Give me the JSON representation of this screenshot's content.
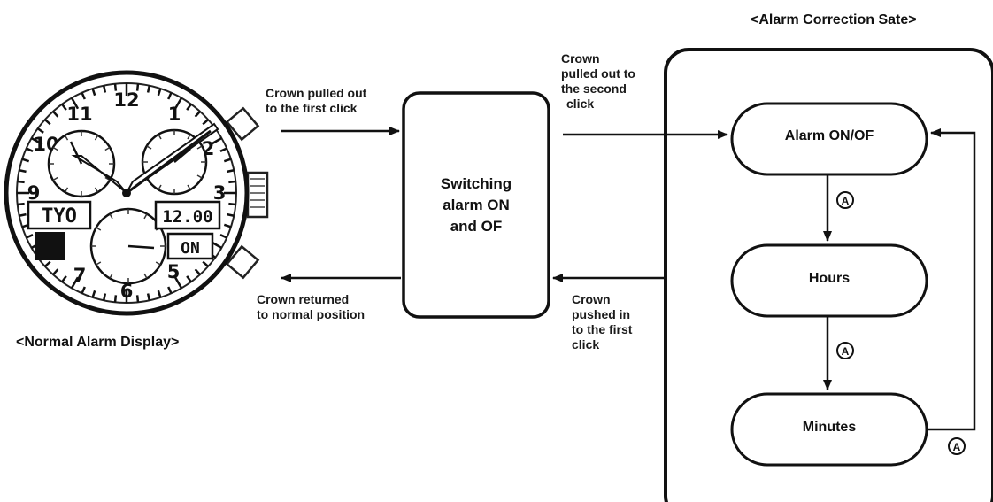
{
  "titles": {
    "alarm_correction_state": "<Alarm Correction Sate>",
    "normal_alarm_display": "<Normal Alarm Display>"
  },
  "labels": {
    "crown_pulled_first_click": [
      "Crown pulled out",
      "to the first click"
    ],
    "crown_returned": [
      "Crown returned",
      "to normal position"
    ],
    "crown_pulled_second_click": [
      "Crown",
      "pulled out to",
      "the second",
      "click"
    ],
    "crown_pushed_first_click": [
      "Crown",
      "pushed in",
      "to the first",
      "click"
    ]
  },
  "boxes": {
    "switching": [
      "Switching",
      "alarm ON",
      "and OF"
    ],
    "alarm_on_off": "Alarm ON/OF",
    "hours": "Hours",
    "minutes": "Minutes"
  },
  "button_marker": "A",
  "watch": {
    "numerals": [
      "12",
      "1",
      "2",
      "3",
      "5",
      "6",
      "7",
      "9",
      "10",
      "11"
    ],
    "city_display": "TYO",
    "time_display": "12.00",
    "status_display": "ON"
  }
}
